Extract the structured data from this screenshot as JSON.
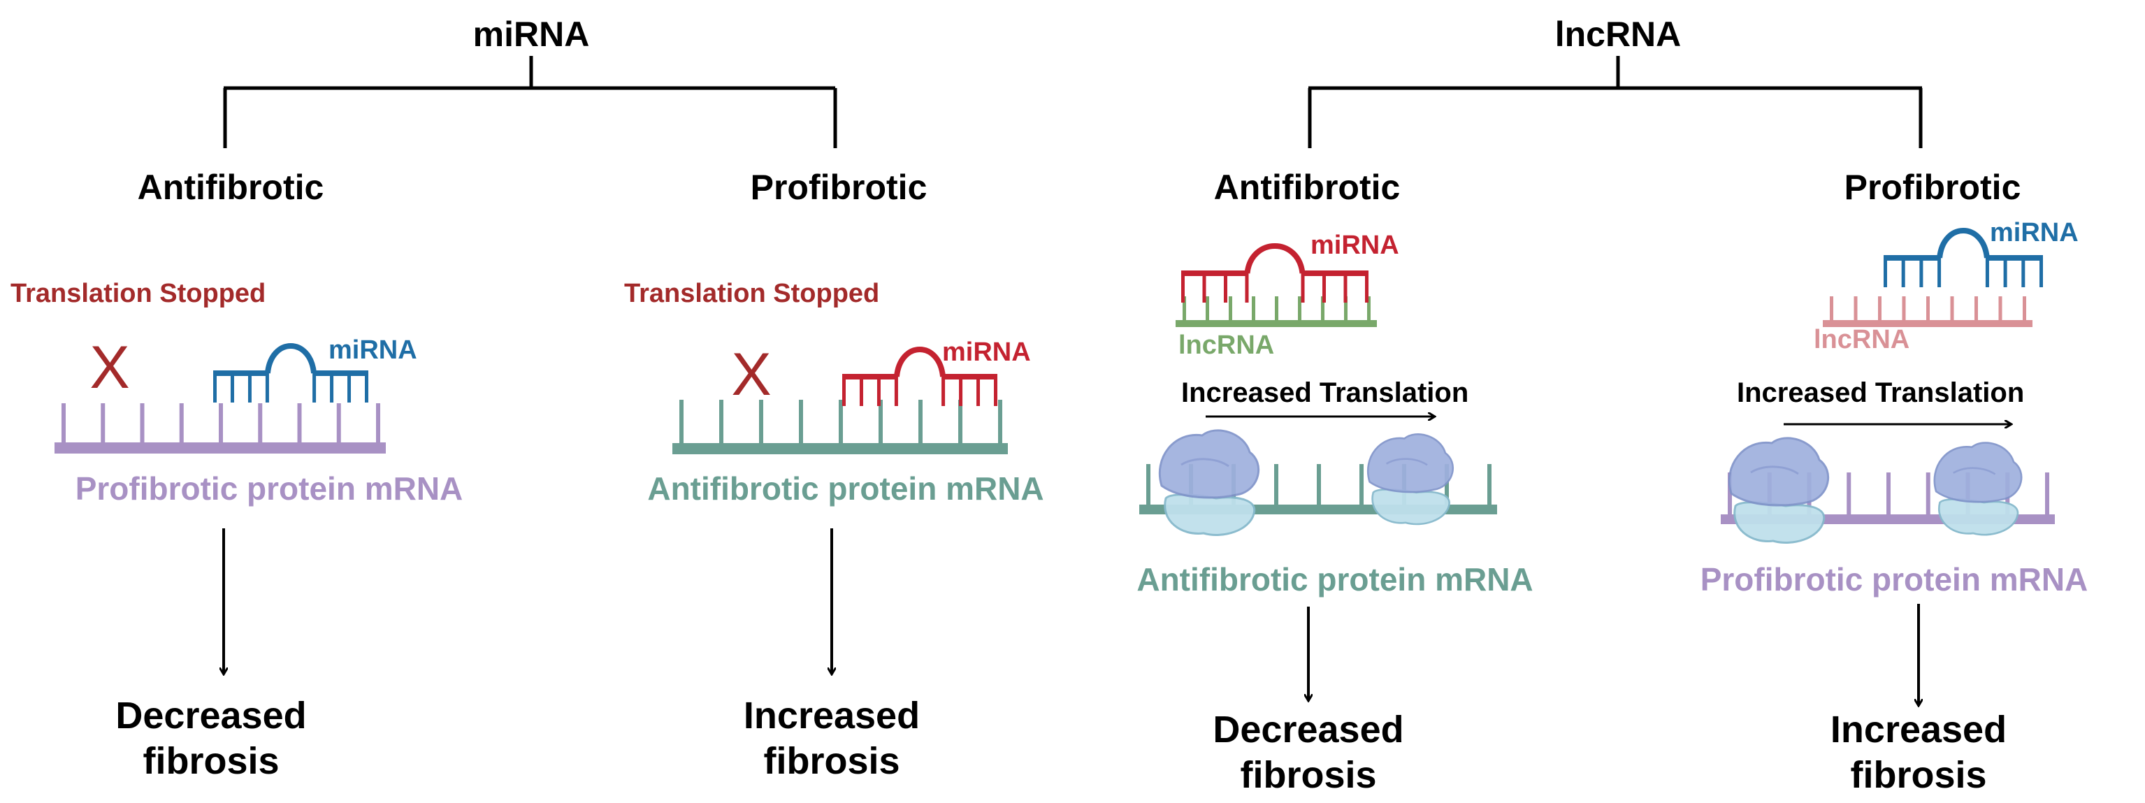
{
  "colors": {
    "mirna_blue": "#1f6ea6",
    "mirna_red": "#c42230",
    "profibrotic_purple": "#a891c4",
    "antifibrotic_teal": "#6a9e92",
    "lncrna_green": "#79a86a",
    "lncrna_pink": "#d99196",
    "stopped_red": "#a32a2a",
    "ribosome_blue": "#9fb0de",
    "ribosome_light": "#bfe0ec"
  },
  "mirna_section": {
    "title": "miRNA",
    "antifibrotic": {
      "heading": "Antifibrotic",
      "status": "Translation Stopped",
      "x_mark": "X",
      "binder": "miRNA",
      "target": "Profibrotic protein mRNA",
      "outcome_line1": "Decreased",
      "outcome_line2": "fibrosis"
    },
    "profibrotic": {
      "heading": "Profibrotic",
      "status": "Translation Stopped",
      "x_mark": "X",
      "binder": "miRNA",
      "target": "Antifibrotic protein mRNA",
      "outcome_line1": "Increased",
      "outcome_line2": "fibrosis"
    }
  },
  "lncrna_section": {
    "title": "lncRNA",
    "antifibrotic": {
      "heading": "Antifibrotic",
      "mirna": "miRNA",
      "sponge": "lncRNA",
      "status": "Increased Translation",
      "target": "Antifibrotic protein mRNA",
      "outcome_line1": "Decreased",
      "outcome_line2": "fibrosis"
    },
    "profibrotic": {
      "heading": "Profibrotic",
      "mirna": "miRNA",
      "sponge": "lncRNA",
      "status": "Increased Translation",
      "target": "Profibrotic protein mRNA",
      "outcome_line1": "Increased",
      "outcome_line2": "fibrosis"
    }
  }
}
